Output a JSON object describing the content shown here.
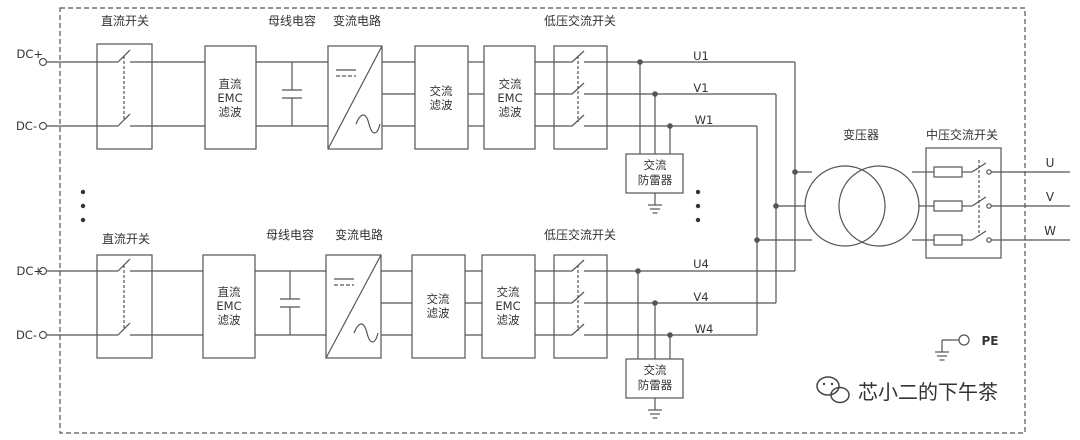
{
  "top": {
    "labels": {
      "dc_switch": "直流开关",
      "bus_capacitor": "母线电容",
      "inverter": "变流电路",
      "lv_ac_switch": "低压交流开关"
    },
    "dc_plus": "DC+",
    "dc_minus": "DC-",
    "emc_filter": [
      "直流",
      "EMC",
      "滤波"
    ],
    "ac_filter": [
      "交流",
      "滤波"
    ],
    "ac_emc_filter": [
      "交流",
      "EMC",
      "滤波"
    ],
    "phases": [
      "U1",
      "V1",
      "W1"
    ],
    "arrester": [
      "交流",
      "防雷器"
    ]
  },
  "bottom": {
    "labels": {
      "dc_switch": "直流开关",
      "bus_capacitor": "母线电容",
      "inverter": "变流电路",
      "lv_ac_switch": "低压交流开关"
    },
    "dc_plus": "DC+",
    "dc_minus": "DC-",
    "emc_filter": [
      "直流",
      "EMC",
      "滤波"
    ],
    "ac_filter": [
      "交流",
      "滤波"
    ],
    "ac_emc_filter": [
      "交流",
      "EMC",
      "滤波"
    ],
    "phases": [
      "U4",
      "V4",
      "W4"
    ],
    "arrester": [
      "交流",
      "防雷器"
    ]
  },
  "transformer_label": "变压器",
  "mv_switch_label": "中压交流开关",
  "outputs": [
    "U",
    "V",
    "W"
  ],
  "pe_label": "PE",
  "watermark": "芯小二的下午茶",
  "colors": {
    "line": "#555555",
    "text": "#333333",
    "background": "#ffffff"
  }
}
